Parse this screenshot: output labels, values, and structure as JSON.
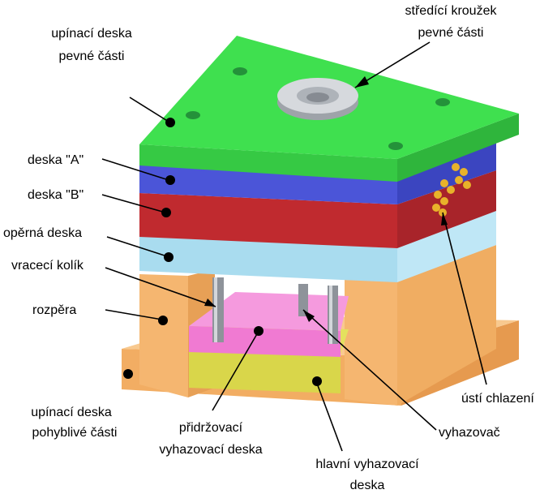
{
  "labels": {
    "fixed_clamp_plate": [
      "upínací deska",
      "pevné části"
    ],
    "sprue_ring": [
      "středící kroužek",
      "pevné části"
    ],
    "plate_a": "deska \"A\"",
    "plate_b": "deska \"B\"",
    "support_plate": "opěrná deska",
    "return_pin": "vracecí kolík",
    "spacer": "rozpěra",
    "moving_clamp_plate": [
      "upínací deska",
      "pohyblivé části"
    ],
    "retainer_plate": [
      "přidržovací",
      "vyhazovací deska"
    ],
    "main_ejector_plate": [
      "hlavní vyhazovací",
      "deska"
    ],
    "ejector_pin": "vyhazovač",
    "cooling_inlet": "ústí chlazení"
  },
  "colors": {
    "green": "#3fe04f",
    "blue": "#4b55d8",
    "red": "#c02a2f",
    "light_blue": "#a9dcef",
    "orange": "#f6bc78",
    "pink": "#f07ad2",
    "yellow": "#d9d64a",
    "steel": "#b8bcc2",
    "fitting": "#e8b22a"
  }
}
